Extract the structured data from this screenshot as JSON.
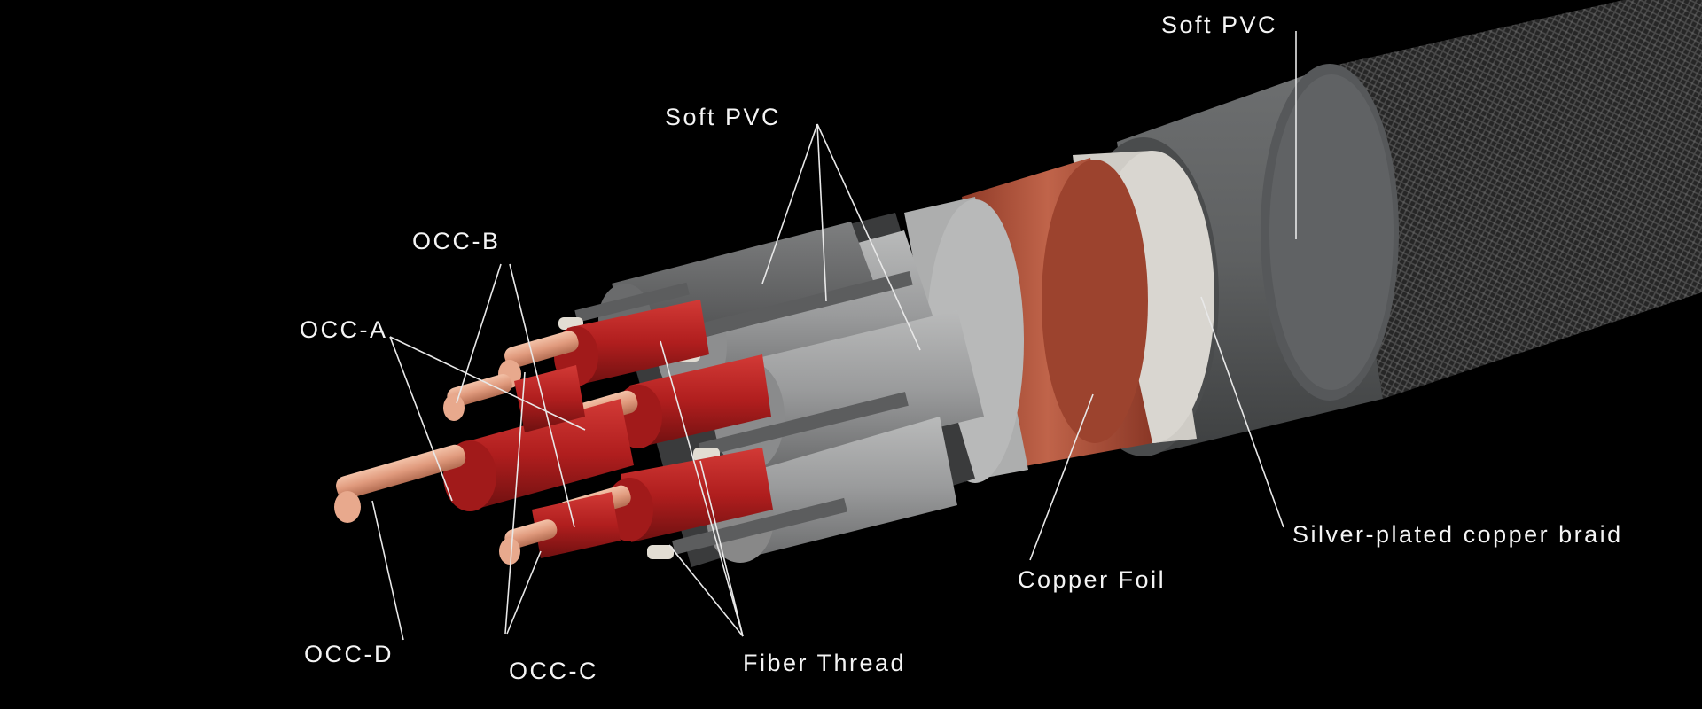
{
  "labels": {
    "outer_jacket": "Soft PVC",
    "inner_insulation": "Soft PVC",
    "occ_a": "OCC-A",
    "occ_b": "OCC-B",
    "occ_c": "OCC-C",
    "occ_d": "OCC-D",
    "fiber_thread": "Fiber Thread",
    "copper_foil": "Copper Foil",
    "braid": "Silver-plated copper braid"
  },
  "colors": {
    "background": "#000000",
    "outer_jacket": "#5b5d5e",
    "braid": "#2e2e2e",
    "braid_underlayer": "#d8d6d1",
    "copper_foil": "#b25338",
    "inner_sleeve": "#b2b3b3",
    "core_insulation": "#a5a6a7",
    "red_insulation": "#b01e1e",
    "copper": "#e09a7d",
    "fiber_thread": "#e2ddd3",
    "label_text": "#f4f4f4"
  }
}
